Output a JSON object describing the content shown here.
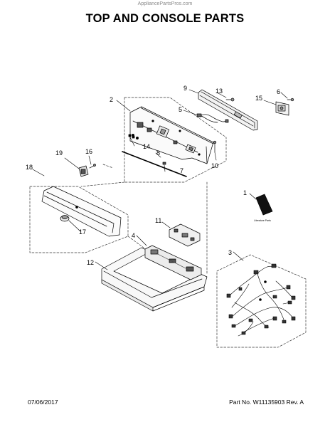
{
  "watermark": "AppliancePartsPros.com",
  "title": "TOP AND CONSOLE PARTS",
  "footer": {
    "date": "07/06/2017",
    "part_no": "Part No.  W11135903  Rev.  A"
  },
  "callouts": {
    "c1": "1",
    "c2": "2",
    "c3": "3",
    "c4": "4",
    "c5": "5",
    "c6": "6",
    "c7": "7",
    "c8": "8",
    "c9": "9",
    "c10": "10",
    "c11": "11",
    "c12": "12",
    "c13": "13",
    "c14": "14",
    "c15": "15",
    "c16": "16",
    "c17": "17",
    "c18": "18",
    "c19": "19"
  },
  "literature_label": "Literature Parts",
  "colors": {
    "line": "#000000",
    "grey": "#666666",
    "light": "#dcdcdc"
  }
}
